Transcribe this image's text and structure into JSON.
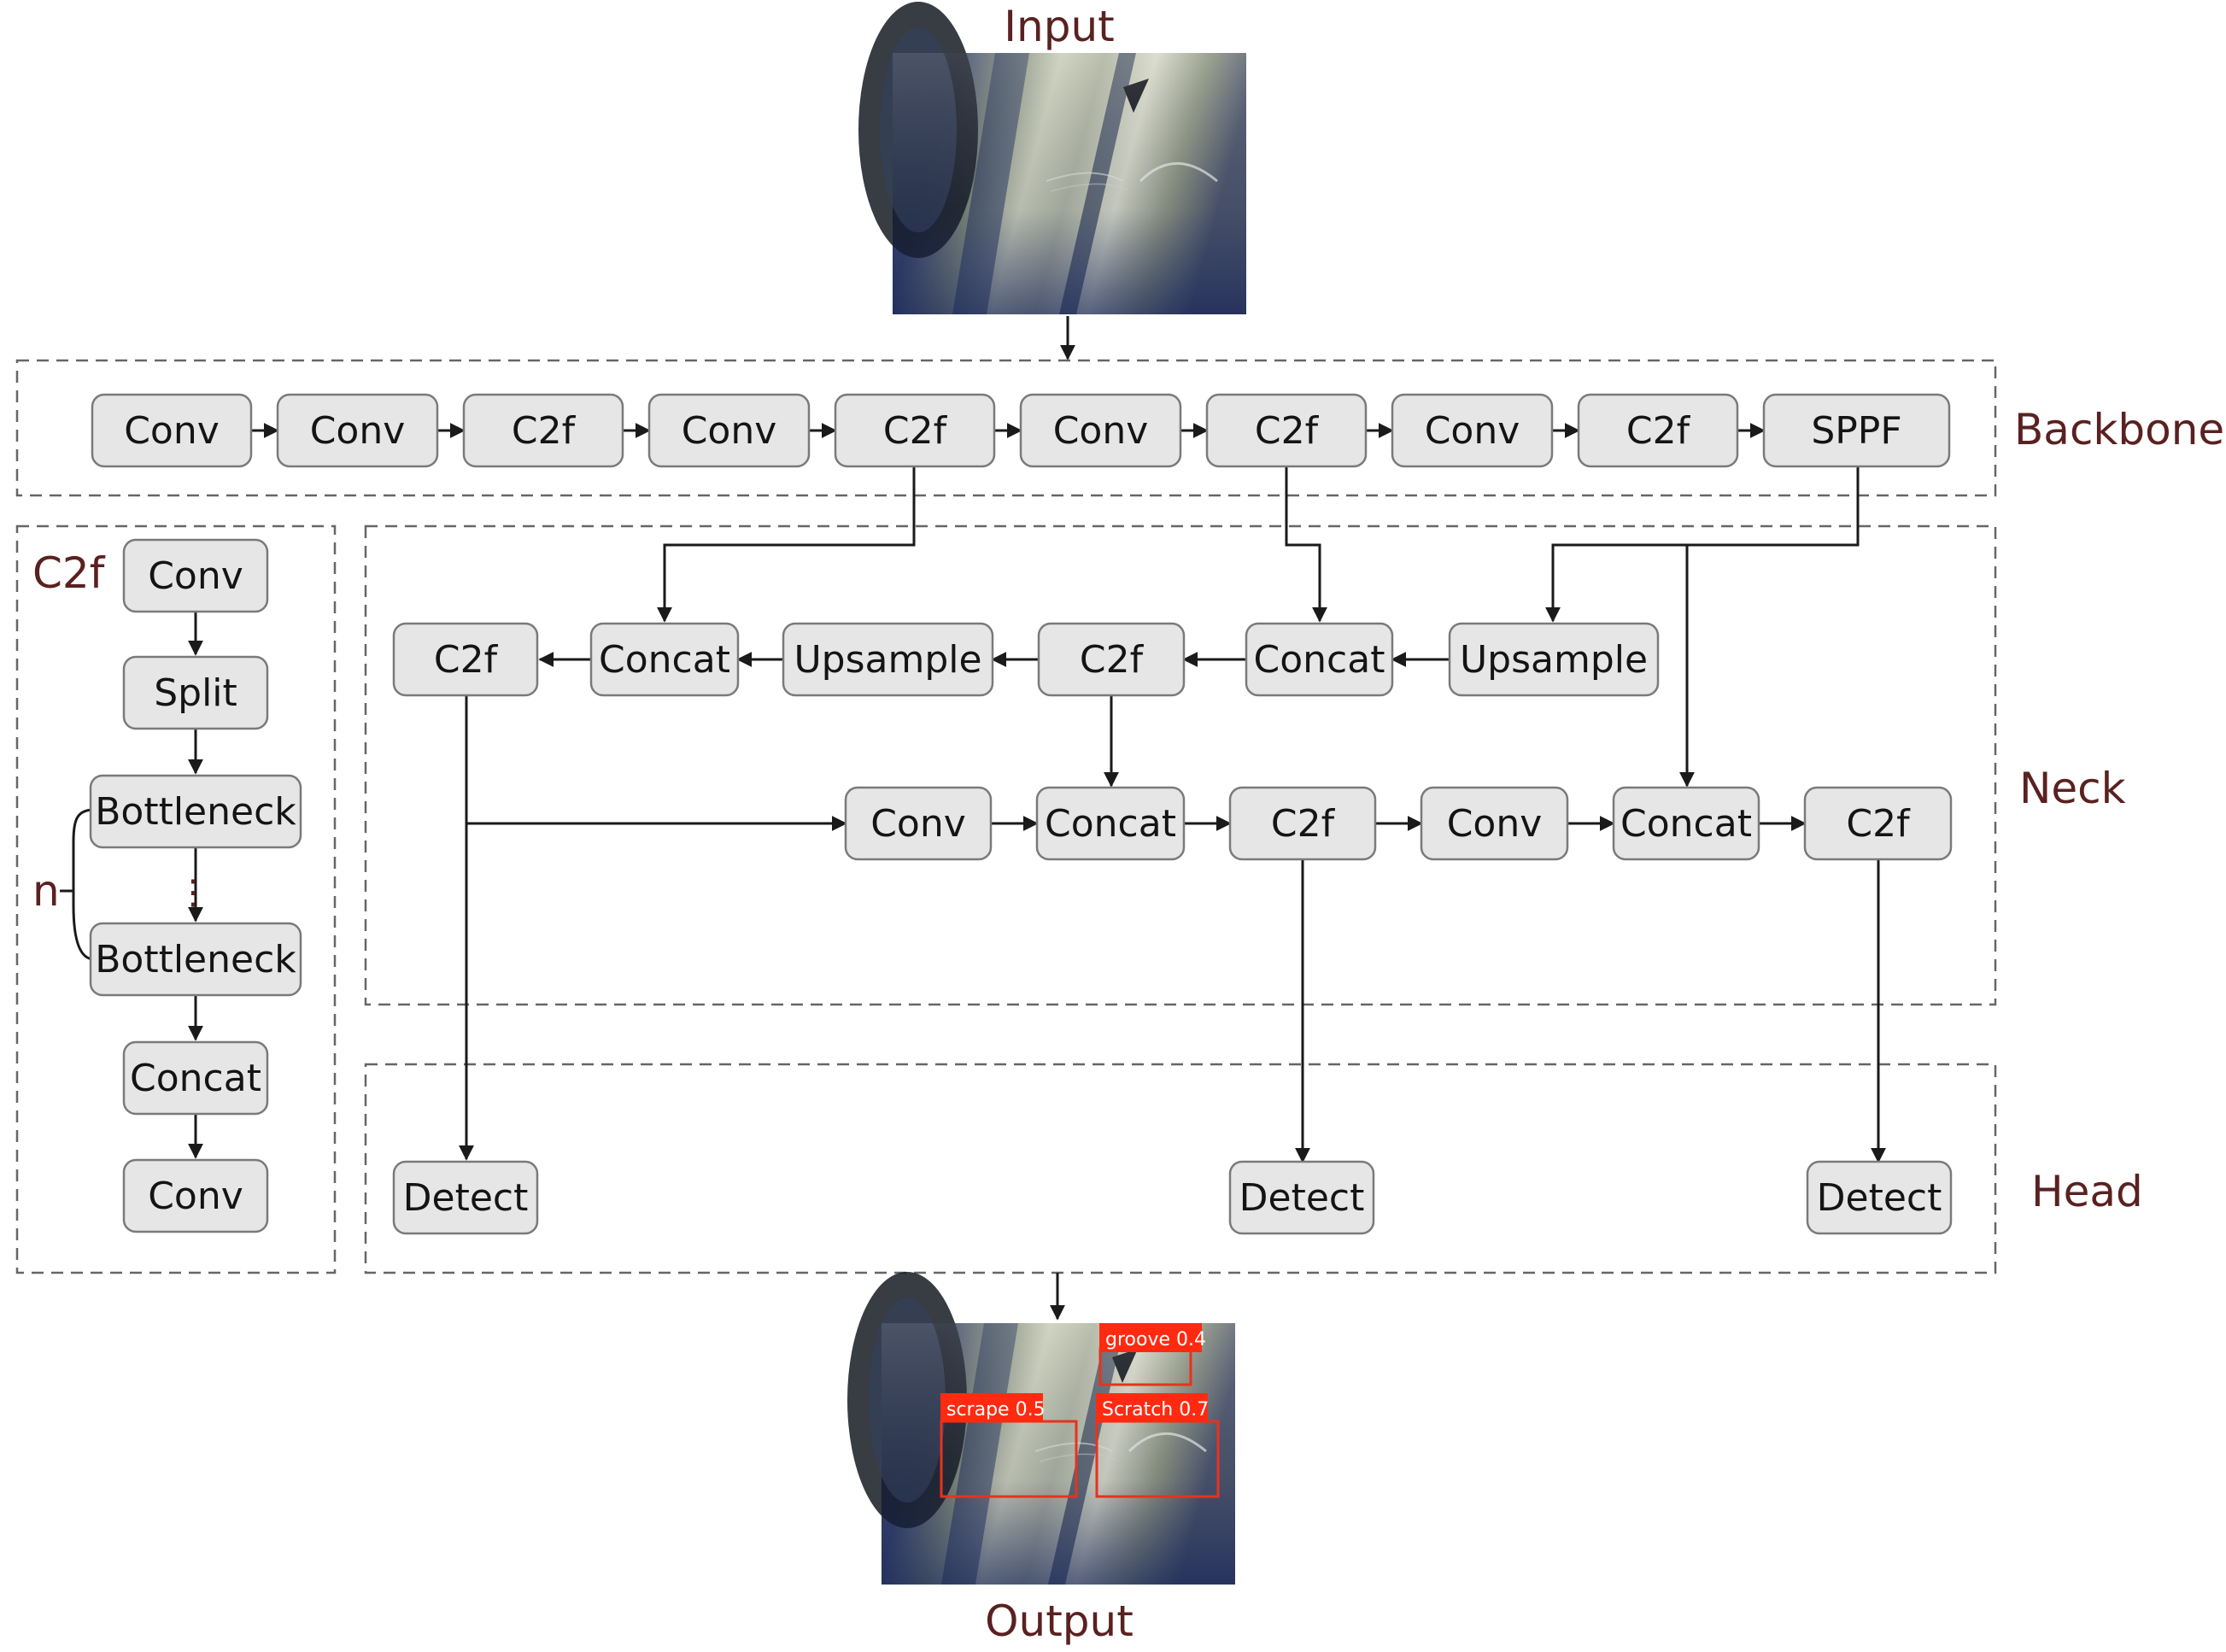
{
  "labels": {
    "input": "Input",
    "output": "Output",
    "backbone": "Backbone",
    "neck": "Neck",
    "head": "Head",
    "c2f_module": "C2f",
    "repeat_n": "n",
    "repeat_ellipsis": "⋮"
  },
  "backbone": {
    "nodes": [
      "Conv",
      "Conv",
      "C2f",
      "Conv",
      "C2f",
      "Conv",
      "C2f",
      "Conv",
      "C2f",
      "SPPF"
    ]
  },
  "c2f_detail": {
    "nodes": [
      "Conv",
      "Split",
      "Bottleneck",
      "Bottleneck",
      "Concat",
      "Conv"
    ]
  },
  "neck": {
    "top_row": [
      "C2f",
      "Concat",
      "Upsample",
      "C2f",
      "Concat",
      "Upsample"
    ],
    "bottom_row": [
      "Conv",
      "Concat",
      "C2f",
      "Conv",
      "Concat",
      "C2f"
    ]
  },
  "head": {
    "nodes": [
      "Detect",
      "Detect",
      "Detect"
    ]
  },
  "detections": [
    {
      "label": "groove 0.4"
    },
    {
      "label": "scrape  0.5"
    },
    {
      "label": "Scratch  0.7"
    }
  ],
  "colors": {
    "label_text": "#5a2121",
    "node_fill": "#e6e6e6",
    "node_stroke": "#7a7a7a",
    "detection_red": "#ff2a10"
  },
  "icons": {
    "input_image": "bearing-photo",
    "output_image": "bearing-photo-with-detections"
  }
}
